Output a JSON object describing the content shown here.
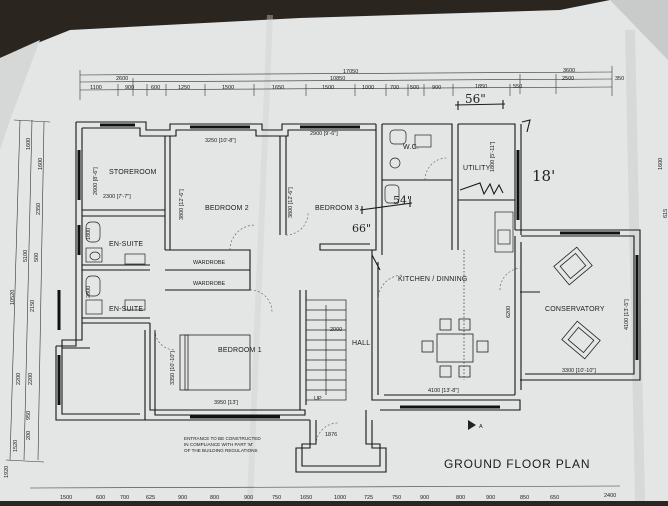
{
  "plan_title": "GROUND FLOOR PLAN",
  "rooms": {
    "storeroom": "STOREROOM",
    "bedroom2": "BEDROOM 2",
    "bedroom3": "BEDROOM 3",
    "wc": "W.C.",
    "utility": "UTILITY",
    "ensuite1": "EN-SUITE",
    "ensuite2": "EN-SUITE",
    "wardrobe1": "WARDROBE",
    "wardrobe2": "WARDROBE",
    "kitchen": "KITCHEN / DINNING",
    "conservatory": "CONSERVATORY",
    "bedroom1": "BEDROOM 1",
    "hall": "HALL",
    "up": "UP"
  },
  "top_dims": {
    "overall": "17050",
    "right_overall": "3600",
    "row1": [
      "2600",
      "10850",
      "2500",
      "350"
    ],
    "row2": [
      "1100",
      "900",
      "600",
      "1250",
      "1500",
      "1650",
      "1500",
      "1000",
      "700",
      "500",
      "900",
      "1850",
      "550"
    ]
  },
  "room_dims": {
    "bed2": "3250  [10'-8\"]",
    "bed3": "2900  [9'-6\"]",
    "store_w": "2300  [7'-7\"]",
    "store_h": "2600 [8'-6\"]",
    "bed2_h": "3800 [12'-6\"]",
    "bed3_h": "3800 [12'-6\"]",
    "util_h": "1800 [5'-11\"]",
    "hall_w": "2000",
    "bed1_w": "3950  [13']",
    "bed1_h": "3350 [10'-10\"]",
    "kitchen_w": "4100  [13'-8\"]",
    "kitchen_h": "6200",
    "cons_w": "3300  [10'-10\"]",
    "cons_h": "4100 [13'-5\"]",
    "porch": "1876",
    "ens1": "1800",
    "ens2": "2800"
  },
  "left_dims": [
    "1600",
    "1600",
    "2350",
    "5100",
    "500",
    "10520",
    "2150",
    "2200",
    "2200",
    "950",
    "200",
    "1520",
    "1920"
  ],
  "bottom_dims": [
    "1500",
    "600",
    "700",
    "625",
    "900",
    "800",
    "900",
    "750",
    "1650",
    "1000",
    "725",
    "750",
    "900",
    "800",
    "900",
    "850",
    "650",
    "2400"
  ],
  "right_dims": [
    "1600",
    "615"
  ],
  "handwriting": {
    "top": "56\"",
    "mid": "54\"",
    "bed3": "66\"",
    "util": "18'"
  },
  "section_mark": "A",
  "note_lines": [
    "ENTRANCE TO BE CONSTRUCTED",
    "IN COMPLIANCE WITH PART 'M'",
    "OF THE BUILDING REGULATIONS"
  ]
}
